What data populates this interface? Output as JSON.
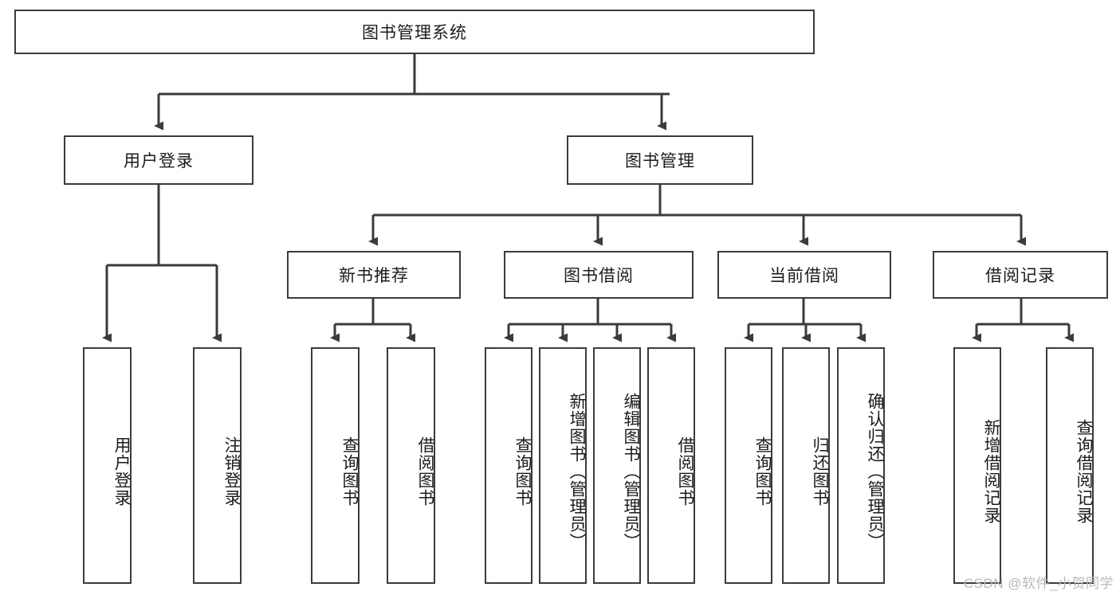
{
  "diagram": {
    "type": "tree",
    "title": "图书管理系统",
    "colors": {
      "background": "#ffffff",
      "node_border": "#3b3b3b",
      "node_fill": "#ffffff",
      "edge": "#3b3b3b",
      "text": "#1c1c1c",
      "watermark": "#b9b9b9"
    },
    "root": {
      "label": "图书管理系统"
    },
    "level1": [
      {
        "label": "用户登录"
      },
      {
        "label": "图书管理"
      }
    ],
    "level2": [
      {
        "label": "新书推荐"
      },
      {
        "label": "图书借阅"
      },
      {
        "label": "当前借阅"
      },
      {
        "label": "借阅记录"
      }
    ],
    "leaves": {
      "user_login": [
        {
          "label": "用户登录"
        },
        {
          "label": "注销登录"
        }
      ],
      "new_book": [
        {
          "label": "查询图书"
        },
        {
          "label": "借阅图书"
        }
      ],
      "borrow_book": [
        {
          "label": "查询图书"
        },
        {
          "label": "新增图书（管理员）"
        },
        {
          "label": "编辑图书（管理员）"
        },
        {
          "label": "借阅图书"
        }
      ],
      "current_borrow": [
        {
          "label": "查询图书"
        },
        {
          "label": "归还图书"
        },
        {
          "label": "确认归还（管理员）"
        }
      ],
      "borrow_record": [
        {
          "label": "新增借阅记录"
        },
        {
          "label": "查询借阅记录"
        }
      ]
    }
  },
  "watermark": {
    "text": "CSDN @软件_小贺同学"
  }
}
